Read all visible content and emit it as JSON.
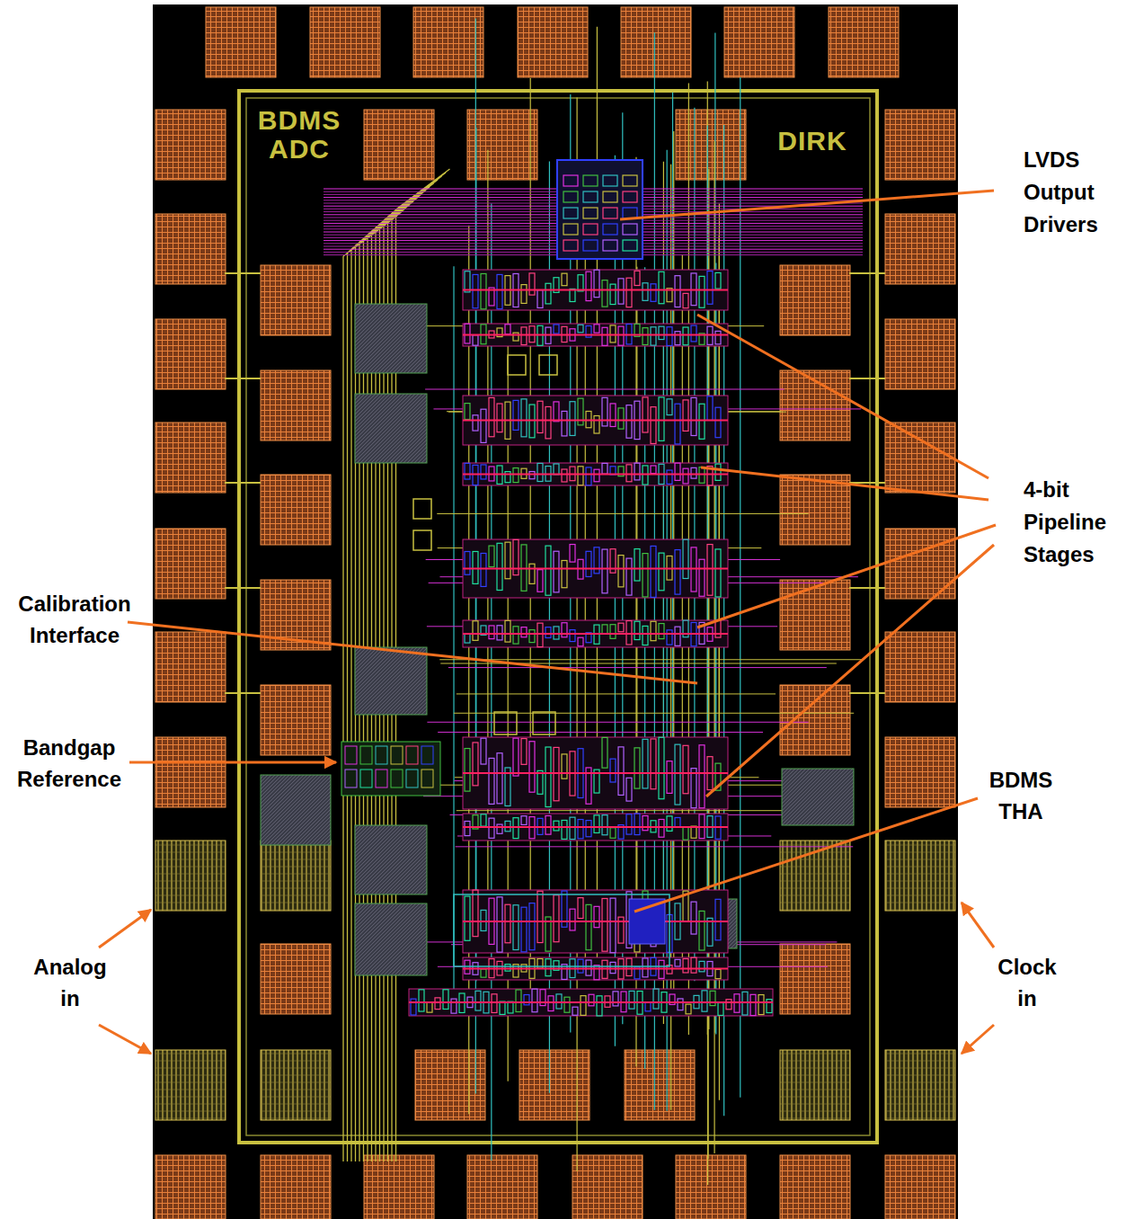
{
  "diagram": {
    "labels": [
      "LVDS Output Drivers",
      "4-bit Pipeline Stages",
      "Calibration Interface",
      "Bandgap Reference",
      "BDMS THA",
      "Analog in",
      "Clock in",
      "BDMS ADC",
      "DIRK"
    ]
  }
}
